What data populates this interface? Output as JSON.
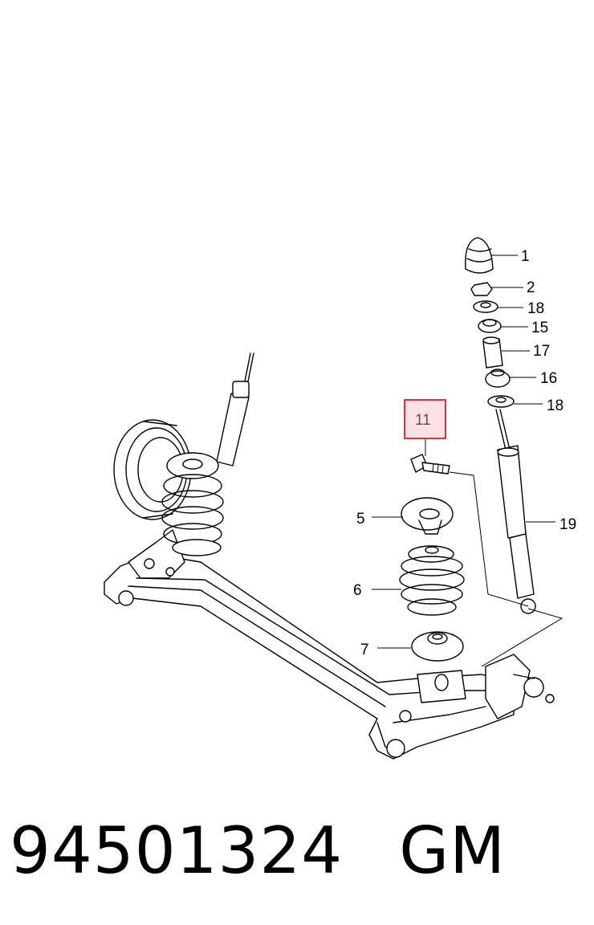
{
  "diagram": {
    "callouts": [
      {
        "id": "c1",
        "label": "1"
      },
      {
        "id": "c2",
        "label": "2"
      },
      {
        "id": "c18a",
        "label": "18"
      },
      {
        "id": "c15",
        "label": "15"
      },
      {
        "id": "c17",
        "label": "17"
      },
      {
        "id": "c16",
        "label": "16"
      },
      {
        "id": "c18b",
        "label": "18"
      },
      {
        "id": "c11",
        "label": "11"
      },
      {
        "id": "c5",
        "label": "5"
      },
      {
        "id": "c19",
        "label": "19"
      },
      {
        "id": "c6",
        "label": "6"
      },
      {
        "id": "c7",
        "label": "7"
      }
    ],
    "highlight_color": "#e0313c"
  },
  "footer": {
    "part_number": "94501324",
    "brand": "GM"
  }
}
